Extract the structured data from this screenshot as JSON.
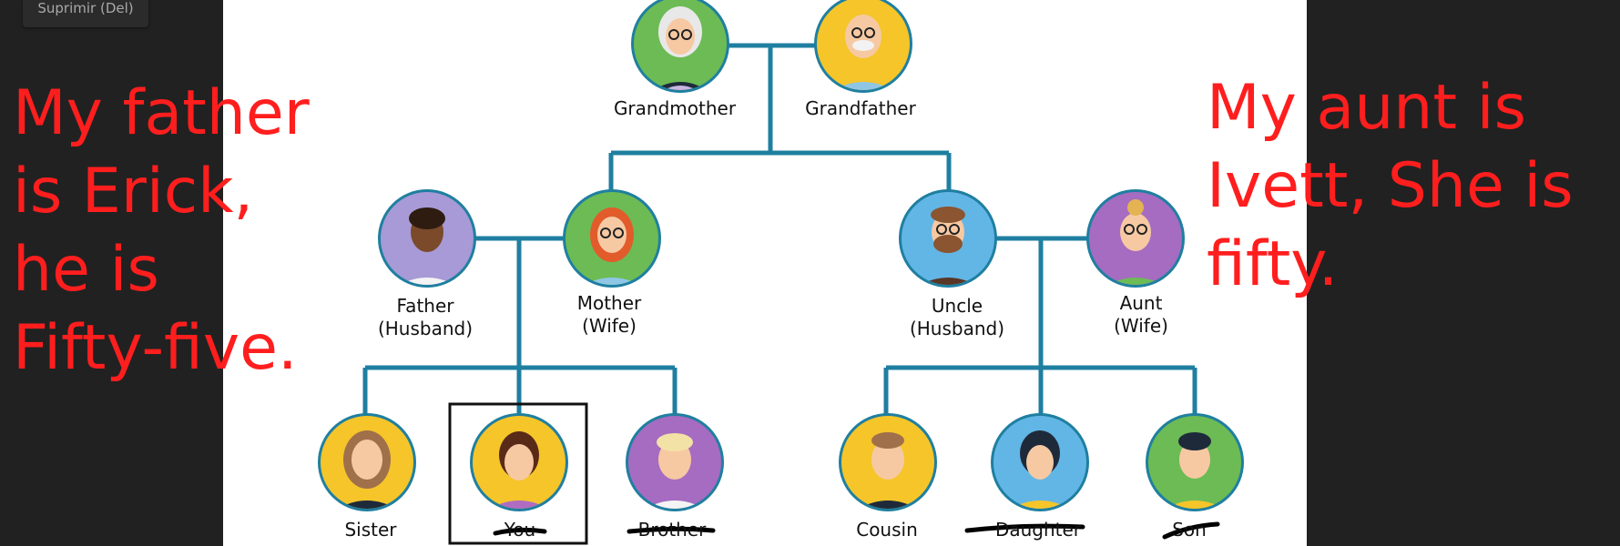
{
  "tooltip": {
    "text": "Suprimir (Del)"
  },
  "annotations": {
    "left": [
      "My father",
      "is Erick,",
      "he is",
      "Fifty-five."
    ],
    "right": [
      "My aunt is",
      "Ivett, She is",
      "fifty."
    ]
  },
  "tree": {
    "grandmother": "Grandmother",
    "grandfather": "Grandfather",
    "father": [
      "Father",
      "(Husband)"
    ],
    "mother": [
      "Mother",
      "(Wife)"
    ],
    "uncle": [
      "Uncle",
      "(Husband)"
    ],
    "aunt": [
      "Aunt",
      "(Wife)"
    ],
    "sister": "Sister",
    "you": "You",
    "brother": "Brother",
    "cousin": "Cousin",
    "daughter": "Daughter",
    "son": "Son"
  },
  "colors": {
    "annotation": "#ff1e1e",
    "tree_line": "#1f7fa0",
    "ring": "#1f7fa0"
  }
}
